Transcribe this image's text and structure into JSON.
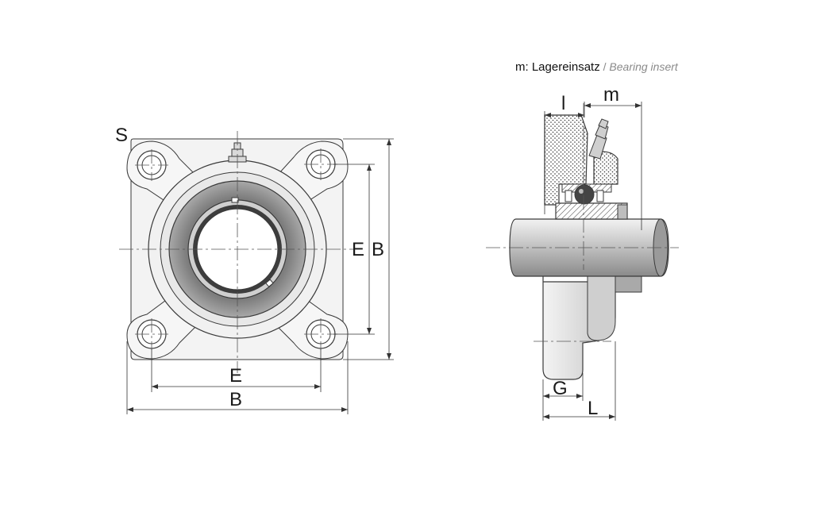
{
  "caption": {
    "prefix": "m: Lagereinsatz",
    "separator": " / ",
    "english": "Bearing insert"
  },
  "front_view": {
    "label_s": "S",
    "label_e_horizontal": "E",
    "label_b_horizontal": "B",
    "label_e_vertical": "E",
    "label_b_vertical": "B"
  },
  "side_view": {
    "label_l_small": "l",
    "label_m": "m",
    "label_g": "G",
    "label_l_large": "L"
  },
  "colors": {
    "line": "#3a3a3a",
    "body": "#ebebeb",
    "insert_ring": "#8f8f8f",
    "bore_ring": "#c9c9c9",
    "shaft": "#bdbdbd",
    "caption_secondary": "#8a8a8a"
  }
}
